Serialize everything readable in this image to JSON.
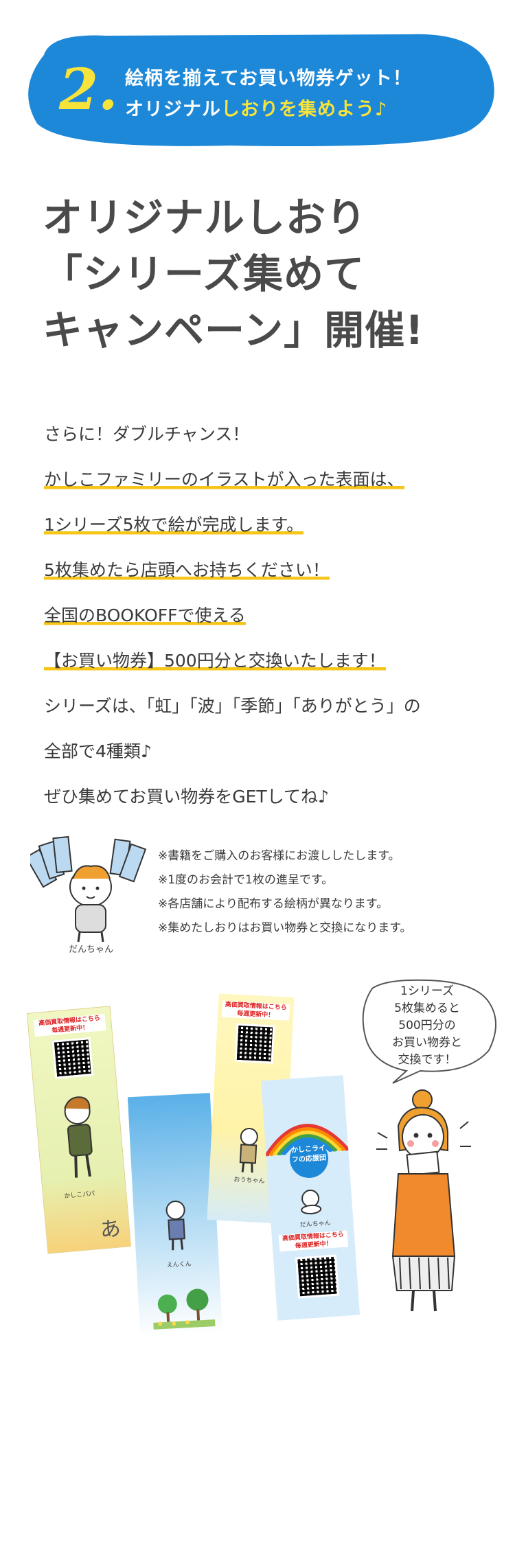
{
  "banner": {
    "number": "2.",
    "line1": "絵柄を揃えてお買い物券ゲット！",
    "line2_prefix": "オリジナル",
    "line2_highlight": "しおりを集めよう♪"
  },
  "headline": {
    "line1": "オリジナルしおり",
    "line2": "「シリーズ集めて",
    "line3": "キャンペーン」開催!"
  },
  "body": {
    "line1": "さらに！ダブルチャンス！",
    "line2": "かしこファミリーのイラストが入った表面は、",
    "line3": "1シリーズ5枚で絵が完成します。",
    "line4": "5枚集めたら店頭へお持ちください！",
    "line5": "全国のBOOKOFFで使える",
    "line6": "【お買い物券】500円分と交換いたします！",
    "line7": "シリーズは、「虹」「波」「季節」「ありがとう」の",
    "line8": "全部で4種類♪",
    "line9": "ぜひ集めてお買い物券をGETしてね♪"
  },
  "notes": [
    "※書籍をご購入のお客様にお渡ししたします。",
    "※1度のお会計で1枚の進呈です。",
    "※各店舗により配布する絵柄が異なります。",
    "※集めたしおりはお買い物券と交換になります。"
  ],
  "character_label": "だんちゃん",
  "bubble": {
    "line1": "1シリーズ",
    "line2": "5枚集めると",
    "line3": "500円分の",
    "line4": "お買い物券と",
    "line5": "交換です！"
  },
  "bookmarks": {
    "qr_text_line1": "高価買取情報はこちら",
    "qr_text_line2": "毎週更新中！",
    "bm1_caption": "かしこパパ",
    "bm1_letter": "あ",
    "bm2_caption": "えんくん",
    "bm3_caption": "おうちゃん",
    "bm4_badge": "かしこライフの応援団",
    "bm4_caption": "だんちゃん"
  },
  "colors": {
    "banner_blue": "#1e88d8",
    "accent_yellow": "#f7e33a",
    "underline_yellow": "#f5c518"
  }
}
